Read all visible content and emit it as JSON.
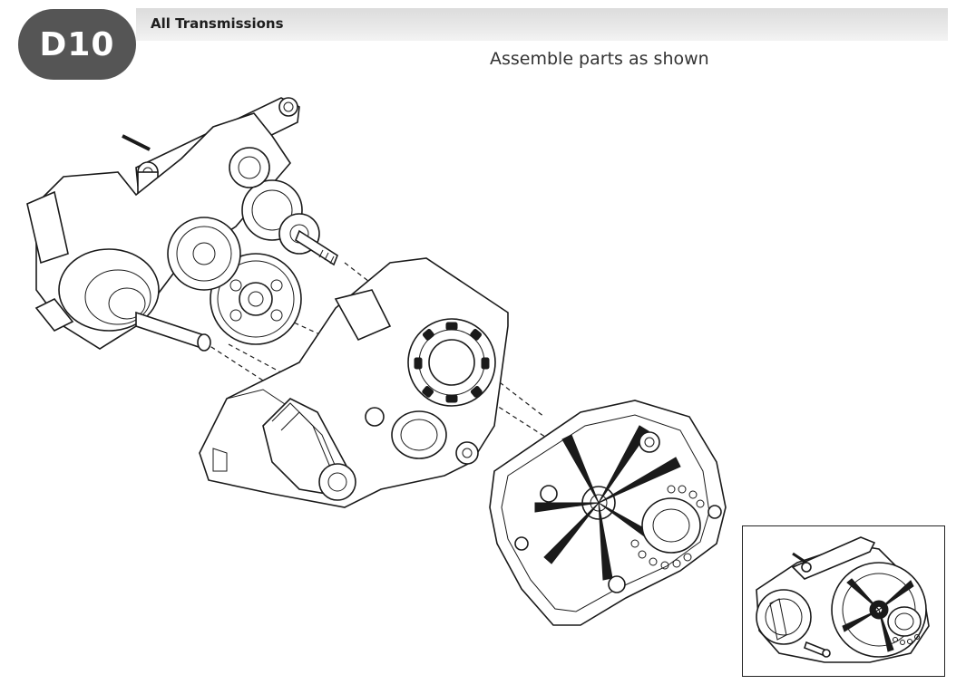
{
  "header": {
    "title": "All Transmissions"
  },
  "step": {
    "label": "D10"
  },
  "instruction": {
    "text": "Assemble parts as shown"
  },
  "icons": {
    "assembly": "exploded-transmission-drawing",
    "inset": "assembled-transmission-drawing"
  }
}
